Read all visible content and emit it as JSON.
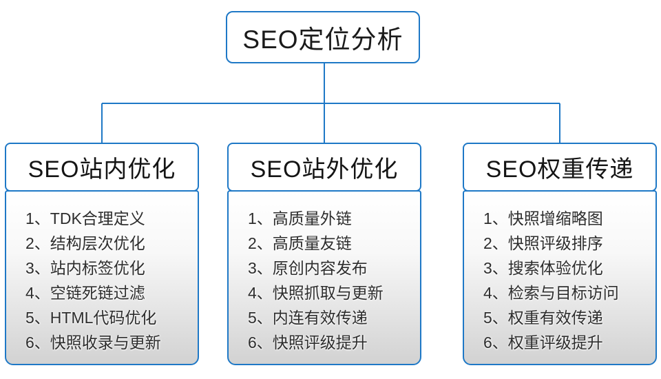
{
  "root": {
    "title": "SEO定位分析"
  },
  "columns": [
    {
      "title": "SEO站内优化",
      "items": [
        "1、TDK合理定义",
        "2、结构层次优化",
        "3、站内标签优化",
        "4、空链死链过滤",
        "5、HTML代码优化",
        "6、快照收录与更新"
      ]
    },
    {
      "title": "SEO站外优化",
      "items": [
        "1、高质量外链",
        "2、高质量友链",
        "3、原创内容发布",
        "4、快照抓取与更新",
        "5、内连有效传递",
        "6、快照评级提升"
      ]
    },
    {
      "title": "SEO权重传递",
      "items": [
        "1、快照增缩略图",
        "2、快照评级排序",
        "3、搜索体验优化",
        "4、检索与目标访问",
        "5、权重有效传递",
        "6、权重评级提升"
      ]
    }
  ],
  "colors": {
    "accent": "#1E78C6",
    "list_gradient_top": "#FFFFFF",
    "list_gradient_bottom": "#D2D2D2",
    "text": "#2D2D2D",
    "heading_text": "#141414",
    "background": "#FFFFFF"
  }
}
